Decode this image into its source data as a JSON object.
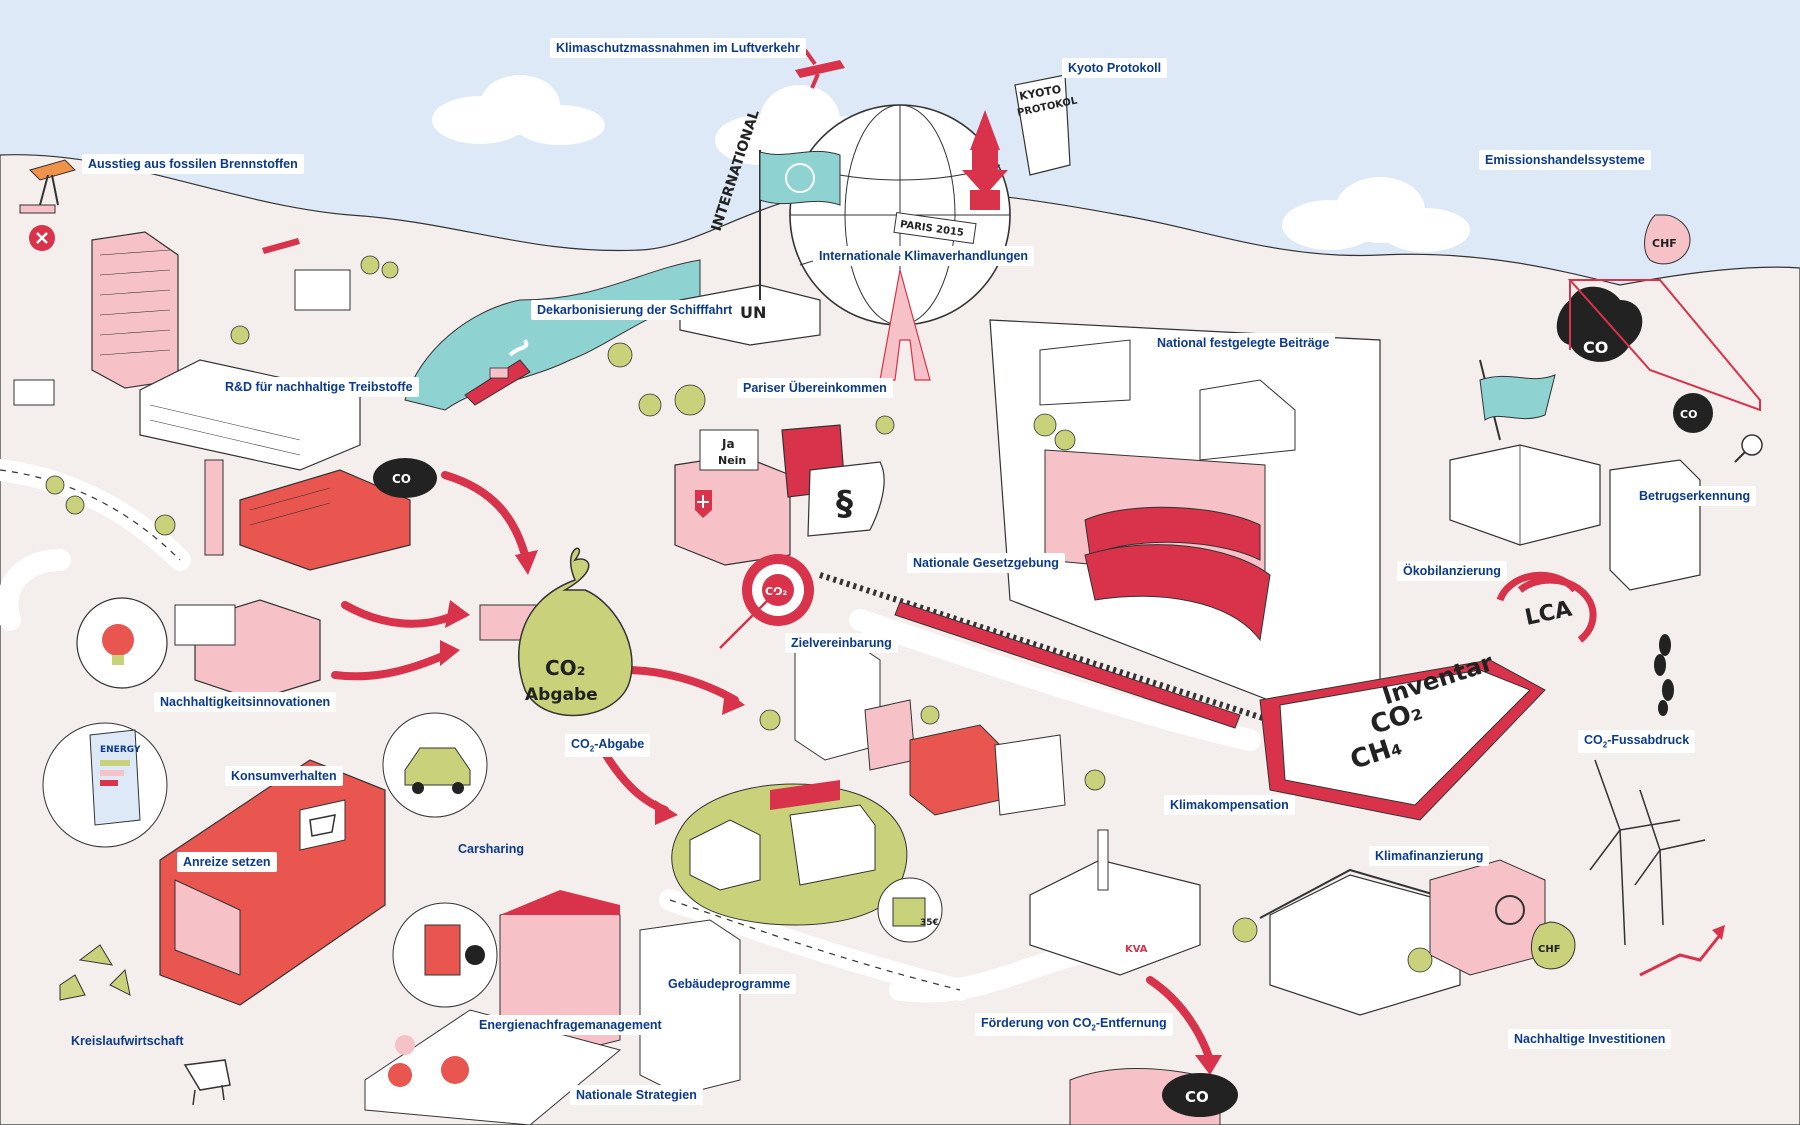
{
  "labels": {
    "intl_aviation": "Klimaschutzmassnahmen im Luftverkehr",
    "kyoto": "Kyoto Protokoll",
    "fossil_exit": "Ausstieg aus fossilen Brennstoffen",
    "emissions_trading": "Emissionshandelssysteme",
    "intl_negotiations": "Internationale Klimaverhandlungen",
    "shipping": "Dekarbonisierung der Schifffahrt",
    "ndc": "National festgelegte Beiträge",
    "sustainable_fuels": "R&D für nachhaltige Treibstoffe",
    "paris": "Pariser Übereinkommen",
    "fraud": "Betrugserkennung",
    "legislation": "Nationale Gesetzgebung",
    "lca": "Ökobilanzierung",
    "target": "Zielvereinbarung",
    "innovation": "Nachhaltigkeitsinnovationen",
    "co2_levy_prefix": "CO",
    "co2_levy_sub": "2",
    "co2_levy_suffix": "-Abgabe",
    "footprint_prefix": "CO",
    "footprint_sub": "2",
    "footprint_suffix": "-Fussabdruck",
    "consumption": "Konsumverhalten",
    "offsetting": "Klimakompensation",
    "incentives": "Anreize setzen",
    "carsharing": "Carsharing",
    "climate_finance": "Klimafinanzierung",
    "buildings": "Gebäudeprogramme",
    "energy_demand": "Energienachfragemanagement",
    "removal_prefix": "Förderung von CO",
    "removal_sub": "2",
    "removal_suffix": "-Entfernung",
    "circular": "Kreislaufwirtschaft",
    "investments": "Nachhaltige Investitionen",
    "strategies": "Nationale Strategien"
  },
  "drawn_text": {
    "international": "INTERNATIONAL",
    "un": "UN",
    "kyoto_doc_line1": "KYOTO",
    "kyoto_doc_line2": "PROTOKOL",
    "paris_band": "PARIS 2015",
    "co2": "CO",
    "co2_sub": "2",
    "bag_line1": "CO₂",
    "bag_line2": "Abgabe",
    "chf": "CHF",
    "lca": "LCA",
    "inventory_title": "Inventar",
    "inventory_co2": "CO₂",
    "inventory_ch4": "CH₄",
    "ballot_yes": "Ja",
    "ballot_no": "Nein",
    "paragraph": "§",
    "kva": "KVA",
    "price_tag": "35€",
    "energy_label": "ENERGY",
    "target_co2": "CO₂"
  },
  "colors": {
    "sky": "#dde9f6",
    "ground": "#f4eeec",
    "accent_red": "#d8334a",
    "accent_pink": "#f7c1c8",
    "accent_olive": "#c9d27a",
    "accent_teal": "#8ed3d2",
    "label_text": "#0b3a8c",
    "ink": "#222222"
  },
  "icons": [
    "oil-pump-icon",
    "airplane-icon",
    "globe-icon",
    "un-flag-icon",
    "eu-flag-icon",
    "eiffel-tower-icon",
    "pagoda-icon",
    "ship-icon",
    "co2-cloud-icon",
    "money-bag-icon",
    "target-icon",
    "ballot-box-icon",
    "law-book-icon",
    "parliament-icon",
    "train-icon",
    "lca-cycle-icon",
    "clipboard-icon",
    "footprint-icon",
    "wind-turbine-icon",
    "growth-arrow-icon",
    "recycle-icon",
    "lightbulb-icon",
    "shopping-cart-icon",
    "car-icon",
    "magnifier-icon",
    "safe-icon",
    "dog-icon"
  ]
}
